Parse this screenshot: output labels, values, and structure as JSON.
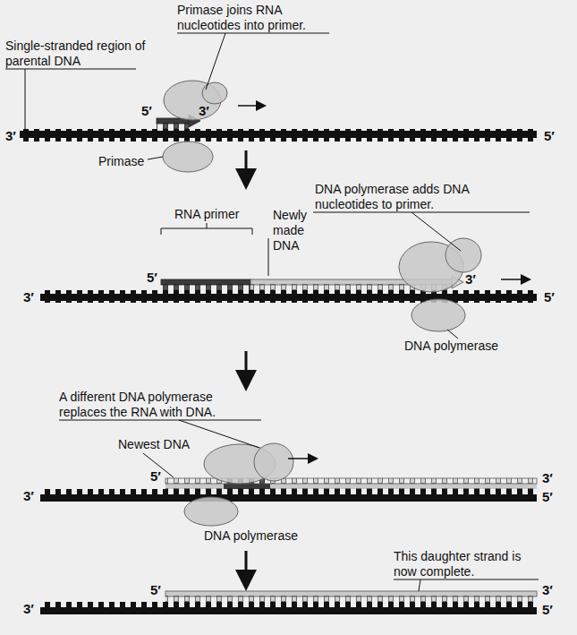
{
  "diagram": {
    "labels": [
      "Primase joins RNA nucleotides into primer.",
      "Single-stranded region of parental DNA",
      "5′",
      "3′",
      "3′",
      "5′",
      "Primase",
      "DNA polymerase adds DNA nucleotides to primer.",
      "RNA primer",
      "Newly made DNA",
      "5′",
      "3′",
      "3′",
      "5′",
      "DNA polymerase",
      "A different DNA polymerase replaces the RNA with DNA.",
      "Newest DNA",
      "5′",
      "3′",
      "3′",
      "5′",
      "DNA polymerase",
      "This daughter strand is now complete.",
      "5′",
      "3′",
      "3′",
      "5′"
    ]
  }
}
